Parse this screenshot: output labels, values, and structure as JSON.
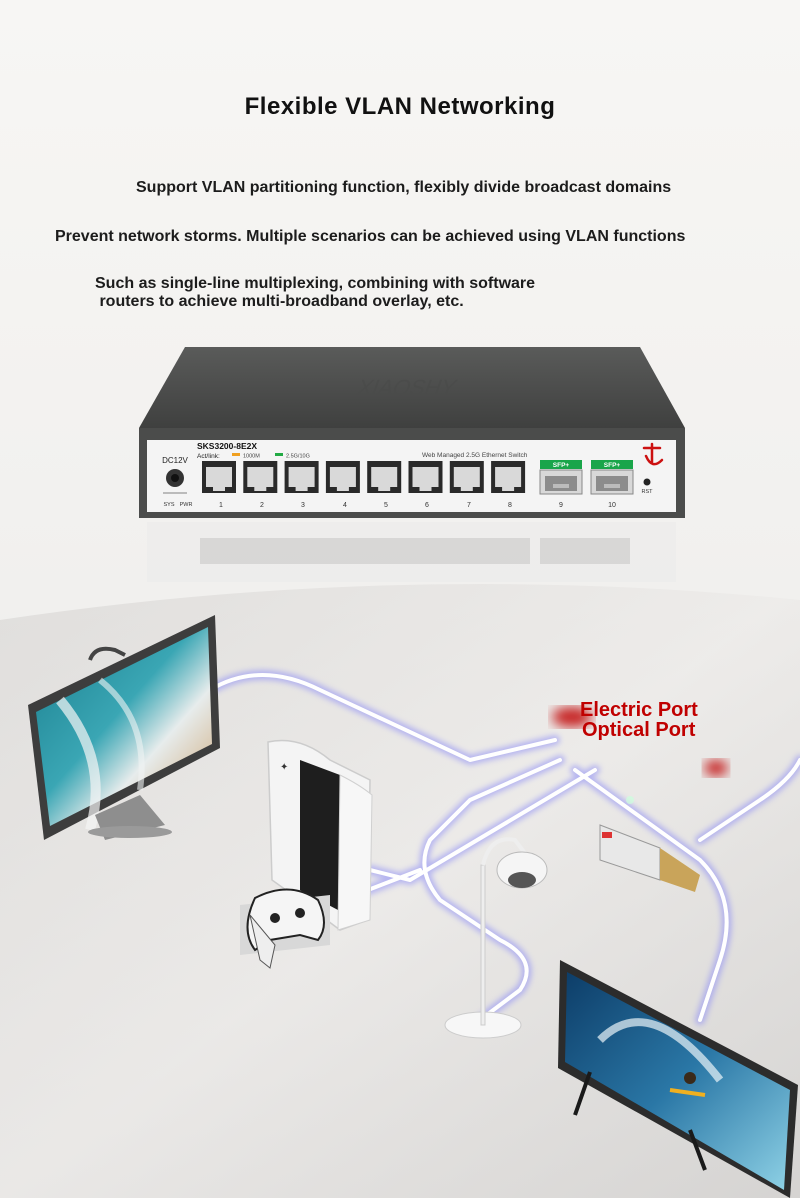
{
  "heading": "Flexible VLAN Networking",
  "lines": [
    "Support VLAN partitioning function, flexibly divide broadcast domains",
    "Prevent network storms. Multiple scenarios can be achieved using VLAN functions",
    "Such as single-line multiplexing, combining with software\n routers to achieve multi-broadband overlay, etc."
  ],
  "switch": {
    "model": "SKS3200-8E2X",
    "actlink": "Act/link:",
    "speed_1000": "1000M",
    "speed_25g": "2.5G/10G",
    "product": "Web Managed 2.5G Ethernet Switch",
    "power": "DC12V",
    "leds": [
      "SYS",
      "PWR"
    ],
    "sfp_label": "SFP+",
    "rst": "RST",
    "port_numbers": [
      "1",
      "2",
      "3",
      "4",
      "5",
      "6",
      "7",
      "8",
      "9",
      "10"
    ]
  },
  "legend": {
    "electric": "Electric Port",
    "optical": "Optical Port"
  },
  "colors": {
    "accent_red": "#c00000",
    "cable_glow": "#7d7cf5",
    "led_orange": "#f0a020",
    "led_green": "#22aa44",
    "sfp_green": "#19a54a"
  },
  "icons": [
    "monitor-icon",
    "game-console-icon",
    "controller-icon",
    "camera-lamp-icon",
    "sfp-module-icon",
    "tv-icon"
  ]
}
